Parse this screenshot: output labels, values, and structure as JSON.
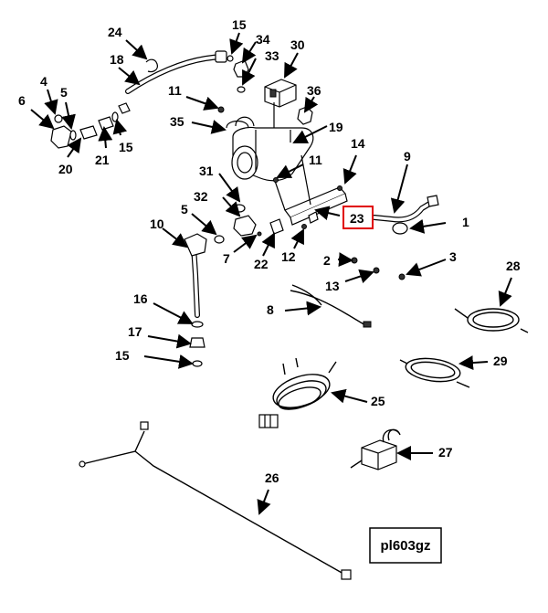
{
  "diagram": {
    "reference_code": "pl603gz",
    "highlighted_callout": "23",
    "callouts": [
      {
        "id": "c1",
        "label": "1"
      },
      {
        "id": "c2",
        "label": "2"
      },
      {
        "id": "c3",
        "label": "3"
      },
      {
        "id": "c4",
        "label": "4"
      },
      {
        "id": "c5a",
        "label": "5"
      },
      {
        "id": "c5b",
        "label": "5"
      },
      {
        "id": "c6",
        "label": "6"
      },
      {
        "id": "c7",
        "label": "7"
      },
      {
        "id": "c8",
        "label": "8"
      },
      {
        "id": "c9",
        "label": "9"
      },
      {
        "id": "c10",
        "label": "10"
      },
      {
        "id": "c11a",
        "label": "11"
      },
      {
        "id": "c11b",
        "label": "11"
      },
      {
        "id": "c12",
        "label": "12"
      },
      {
        "id": "c13",
        "label": "13"
      },
      {
        "id": "c14",
        "label": "14"
      },
      {
        "id": "c15a",
        "label": "15"
      },
      {
        "id": "c15b",
        "label": "15"
      },
      {
        "id": "c15c",
        "label": "15"
      },
      {
        "id": "c16",
        "label": "16"
      },
      {
        "id": "c17",
        "label": "17"
      },
      {
        "id": "c18",
        "label": "18"
      },
      {
        "id": "c19",
        "label": "19"
      },
      {
        "id": "c20",
        "label": "20"
      },
      {
        "id": "c21",
        "label": "21"
      },
      {
        "id": "c22",
        "label": "22"
      },
      {
        "id": "c23",
        "label": "23"
      },
      {
        "id": "c24",
        "label": "24"
      },
      {
        "id": "c25",
        "label": "25"
      },
      {
        "id": "c26",
        "label": "26"
      },
      {
        "id": "c27",
        "label": "27"
      },
      {
        "id": "c28",
        "label": "28"
      },
      {
        "id": "c29",
        "label": "29"
      },
      {
        "id": "c30",
        "label": "30"
      },
      {
        "id": "c31",
        "label": "31"
      },
      {
        "id": "c32",
        "label": "32"
      },
      {
        "id": "c33",
        "label": "33"
      },
      {
        "id": "c34",
        "label": "34"
      },
      {
        "id": "c35",
        "label": "35"
      },
      {
        "id": "c36",
        "label": "36"
      }
    ]
  },
  "colors": {
    "line": "#000000",
    "highlight": "#e00000",
    "background": "#ffffff"
  }
}
